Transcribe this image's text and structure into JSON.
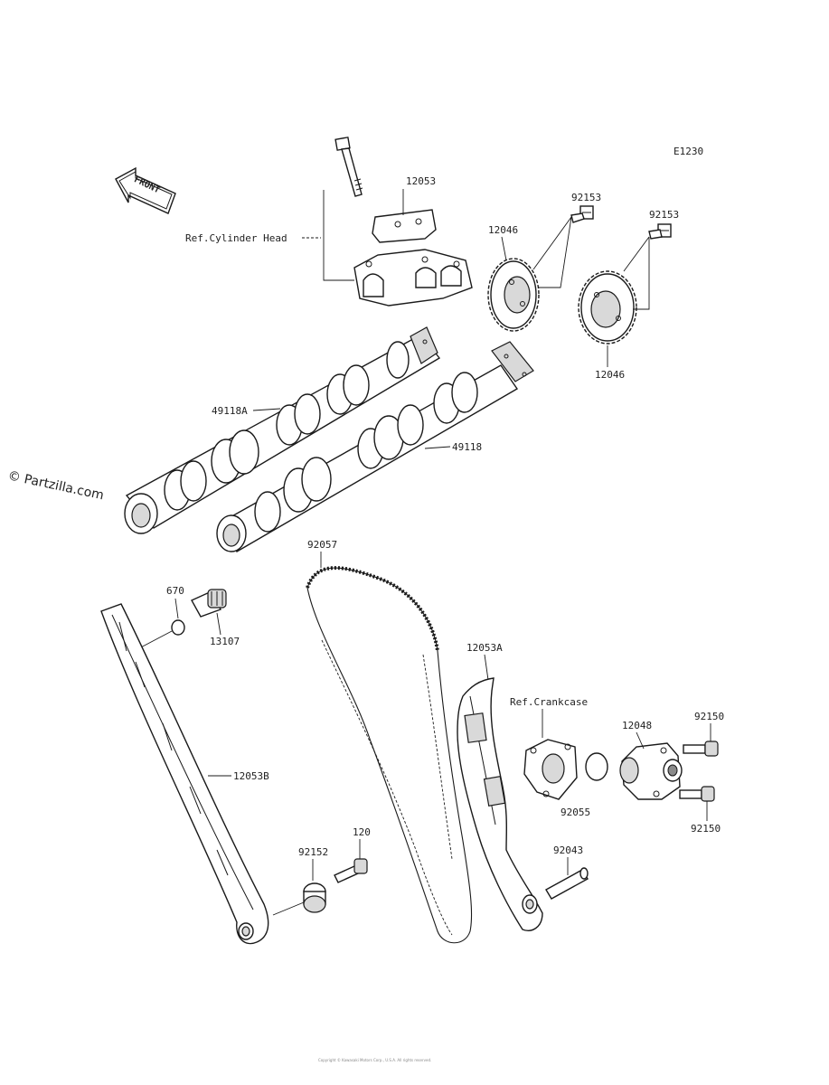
{
  "diagram_code": "E1230",
  "front_arrow_label": "FRONT",
  "watermark": "© Partzilla.com",
  "references": {
    "cylinder_head": "Ref.Cylinder Head",
    "crankcase": "Ref.Crankcase"
  },
  "parts": {
    "guide_bracket": "12053",
    "sprocket_left": "12046",
    "sprocket_right": "12046",
    "bolt_left": "92153",
    "bolt_right": "92153",
    "camshaft_exhaust": "49118A",
    "camshaft_intake": "49118",
    "chain": "92057",
    "oring_small": "670",
    "bolt_tensioner_pivot": "13107",
    "guide_left": "12053B",
    "guide_right": "12053A",
    "tensioner": "12048",
    "bolt_tensioner_upper": "92150",
    "bolt_tensioner_lower": "92150",
    "gasket_oring": "92055",
    "pin": "92043",
    "collar": "92152",
    "bolt_collar": "120"
  },
  "footer_text": "Copyright © Kawasaki Motors Corp., U.S.A. All rights reserved."
}
